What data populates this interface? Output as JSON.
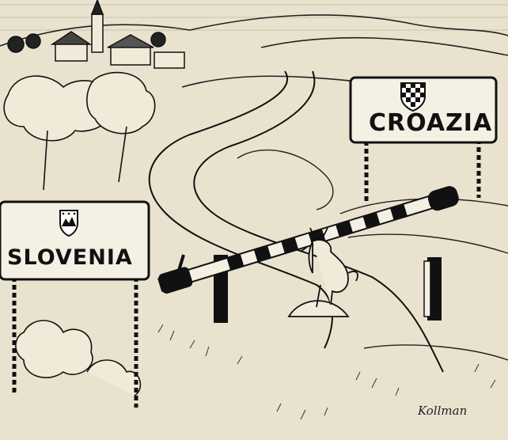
{
  "signs": {
    "croazia": {
      "label": "CROAZIA",
      "emblem": "croatian-checkerboard-coat-of-arms"
    },
    "slovenia": {
      "label": "SLOVENIA",
      "emblem": "slovenian-coat-of-arms"
    }
  },
  "signature": "Kollman",
  "colors": {
    "paper": "#e9e2cf",
    "ink": "#111111",
    "sign_face": "#f4f0e4"
  }
}
